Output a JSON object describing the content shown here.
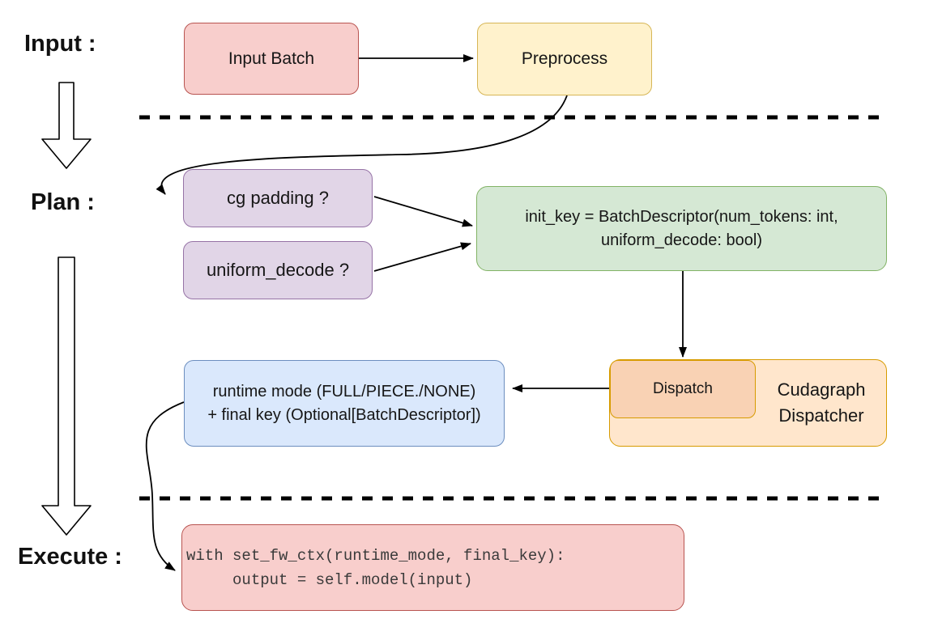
{
  "stages": {
    "input_label": "Input :",
    "plan_label": "Plan :",
    "execute_label": "Execute :"
  },
  "nodes": {
    "input_batch": {
      "label": "Input Batch",
      "fill": "#f8cecc",
      "stroke": "#b85450"
    },
    "preprocess": {
      "label": "Preprocess",
      "fill": "#fff2cc",
      "stroke": "#d6b656"
    },
    "cg_padding": {
      "label": "cg padding ?",
      "fill": "#e1d5e7",
      "stroke": "#9673a6"
    },
    "uniform_decode": {
      "label": "uniform_decode ?",
      "fill": "#e1d5e7",
      "stroke": "#9673a6"
    },
    "init_key": {
      "line1": "init_key = BatchDescriptor(num_tokens: int,",
      "line2": "uniform_decode: bool)",
      "fill": "#d5e8d4",
      "stroke": "#82b366"
    },
    "dispatch": {
      "label": "Dispatch",
      "fill": "#f9d2b4",
      "stroke": "#d79b00"
    },
    "cudagraph_dispatcher": {
      "line1": "Cudagraph",
      "line2": "Dispatcher",
      "fill": "#ffe6cc",
      "stroke": "#d79b00"
    },
    "runtime_mode": {
      "line1": "runtime mode (FULL/PIECE./NONE)",
      "line2": "+ final key (Optional[BatchDescriptor])",
      "fill": "#dae8fc",
      "stroke": "#6c8ebf"
    },
    "execute_code": {
      "line1": "with set_fw_ctx(runtime_mode, final_key):",
      "line2": "     output = self.model(input)",
      "fill": "#f8cecc",
      "stroke": "#b85450"
    }
  },
  "colors": {
    "connector": "#000000",
    "text": "#161616",
    "code_text": "#3a3a3a"
  }
}
